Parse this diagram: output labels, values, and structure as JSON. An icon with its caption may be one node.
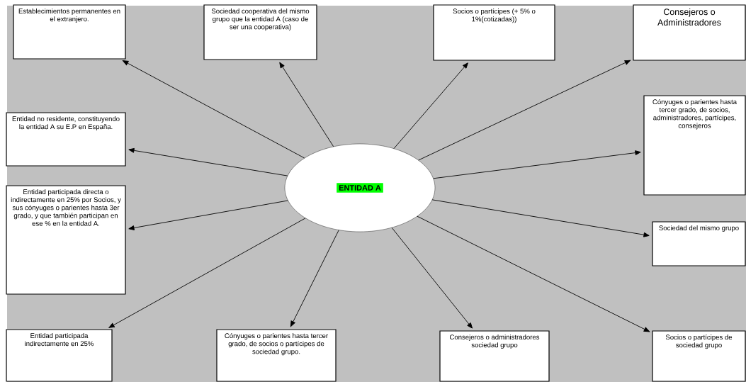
{
  "diagram": {
    "nodes": [
      {
        "text": [
          "ENTIDAD A"
        ]
      },
      {
        "text": [
          "Establecimientos permanentes en el extranjero."
        ]
      },
      {
        "text": [
          "Sociedad cooperativa del mismo grupo que la entidad A (caso de ser una cooperativa)"
        ]
      },
      {
        "text": [
          "Socios o partícipes (+ 5% o 1%(cotizadas))"
        ]
      },
      {
        "text": [
          "Consejeros o Administradores"
        ]
      },
      {
        "text": [
          "Entidad no residente, constituyendo la entidad A su E.P en España."
        ]
      },
      {
        "text": [
          "Cónyuges o parientes hasta tercer grado, de socios, administradores, partícipes, consejeros"
        ]
      },
      {
        "text": [
          "Entidad participada directa o indirectamente en 25% por Socios, y sus cónyuges o parientes hasta 3er grado, y que también participan en ese % en la entidad A."
        ]
      },
      {
        "text": [
          "Sociedad del mismo grupo"
        ]
      },
      {
        "text": [
          "Entidad participada indirectamente en 25%"
        ]
      },
      {
        "text": [
          "Cónyuges o parientes hasta tercer grado, de socios o partícipes de sociedad grupo."
        ]
      },
      {
        "text": [
          "Consejeros o administradores sociedad grupo"
        ]
      },
      {
        "text": [
          "Socios o partícipes de sociedad grupo"
        ]
      }
    ],
    "edges": [
      {
        "from": 0,
        "to": 1,
        "arrow": "to"
      },
      {
        "from": 0,
        "to": 2,
        "arrow": "to"
      },
      {
        "from": 0,
        "to": 3,
        "arrow": "to"
      },
      {
        "from": 0,
        "to": 4,
        "arrow": "to"
      },
      {
        "from": 0,
        "to": 5,
        "arrow": "to"
      },
      {
        "from": 0,
        "to": 6,
        "arrow": "to"
      },
      {
        "from": 0,
        "to": 7,
        "arrow": "to"
      },
      {
        "from": 0,
        "to": 8,
        "arrow": "to"
      },
      {
        "from": 0,
        "to": 9,
        "arrow": "to"
      },
      {
        "from": 0,
        "to": 10,
        "arrow": "to"
      },
      {
        "from": 0,
        "to": 11,
        "arrow": "to"
      },
      {
        "from": 0,
        "to": 12,
        "arrow": "to"
      }
    ]
  }
}
